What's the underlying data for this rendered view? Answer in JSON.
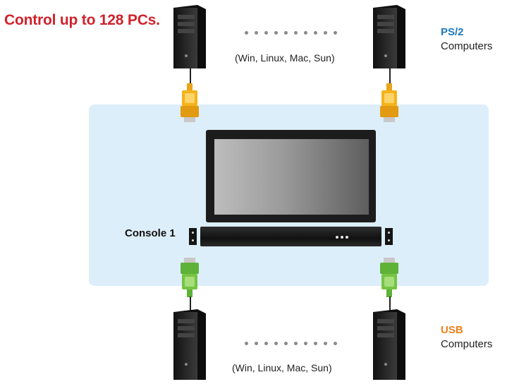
{
  "header": {
    "title": "Control up to 128 PCs."
  },
  "top_row": {
    "os_label": "(Win, Linux, Mac, Sun)",
    "group_tag": "PS/2",
    "group_name": "Computers",
    "connector_color": "#f5b21a"
  },
  "bottom_row": {
    "os_label": "(Win, Linux, Mac, Sun)",
    "group_tag": "USB",
    "group_name": "Computers",
    "connector_color": "#76c442"
  },
  "console": {
    "label": "Console 1"
  },
  "colors": {
    "title": "#d0222b",
    "ps2_label": "#1b7ac0",
    "usb_label": "#f07f1a",
    "panel": "#dceef9"
  },
  "icons": [
    "tower-pc-icon",
    "vga-connector-icon",
    "usb-connector-icon",
    "lcd-monitor-icon",
    "kvm-drawer-icon"
  ]
}
